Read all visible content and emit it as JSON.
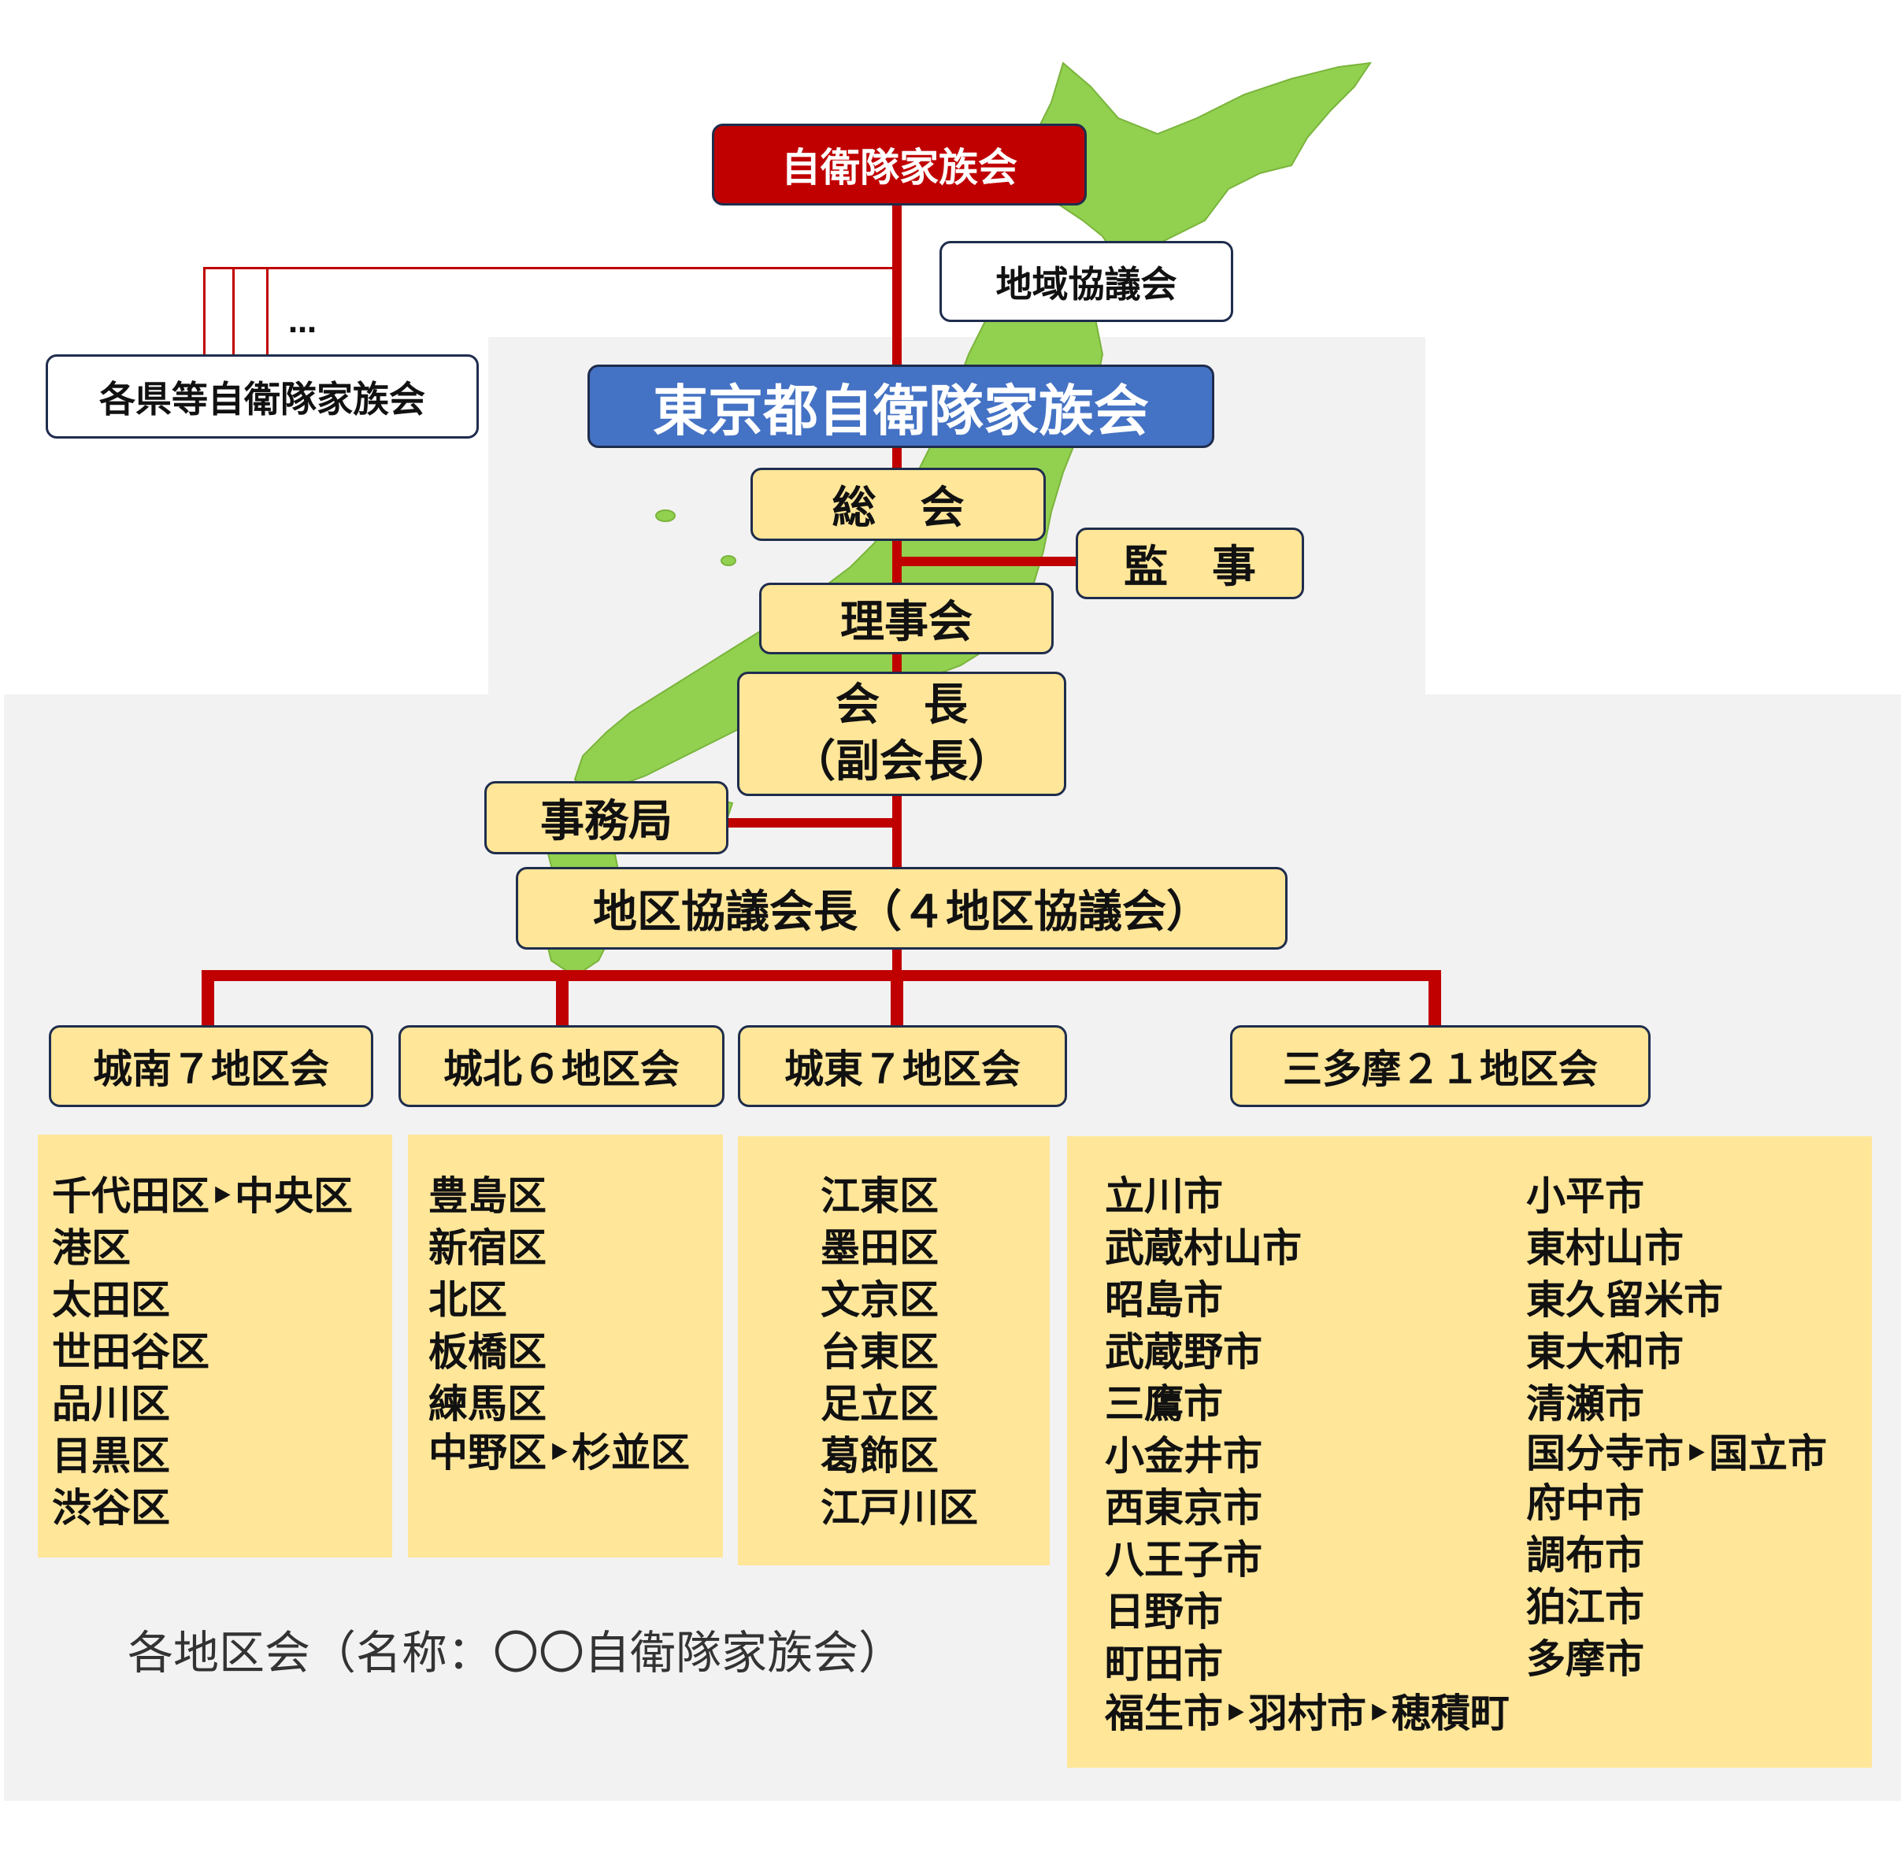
{
  "top": {
    "national": "自衛隊家族会",
    "regional_council": "地域協議会",
    "prefectures": "各県等自衛隊家族会",
    "ellipsis": "…"
  },
  "tokyo": {
    "title": "東京都自衛隊家族会",
    "general_meeting": "総　会",
    "auditor": "監　事",
    "board": "理事会",
    "president_line1": "会　長",
    "president_line2": "（副会長）",
    "secretariat": "事務局",
    "district_chair": "地区協議会長（４地区協議会）"
  },
  "districts": [
    {
      "name": "城南７地区会",
      "members": [
        "千代田区‣中央区",
        "港区",
        "太田区",
        "世田谷区",
        "品川区",
        "目黒区",
        "渋谷区"
      ]
    },
    {
      "name": "城北６地区会",
      "members": [
        "豊島区",
        "新宿区",
        "北区",
        "板橋区",
        "練馬区",
        "中野区‣杉並区"
      ]
    },
    {
      "name": "城東７地区会",
      "members": [
        "江東区",
        "墨田区",
        "文京区",
        "台東区",
        "足立区",
        "葛飾区",
        "江戸川区"
      ]
    },
    {
      "name": "三多摩２１地区会",
      "members_col1": [
        "立川市",
        "武蔵村山市",
        "昭島市",
        "武蔵野市",
        "三鷹市",
        "小金井市",
        "西東京市",
        "八王子市",
        "日野市",
        "町田市",
        "福生市‣羽村市‣穂積町"
      ],
      "members_col2": [
        "小平市",
        "東村山市",
        "東久留米市",
        "東大和市",
        "清瀬市",
        "国分寺市‣国立市",
        "府中市",
        "調布市",
        "狛江市",
        "多摩市"
      ]
    }
  ],
  "footer_note": "各地区会（名称：〇〇自衛隊家族会）",
  "colors": {
    "national": "#c00000",
    "tokyo": "#4472c4",
    "box": "#ffe699",
    "map": "#92d050",
    "connector": "#c00000"
  }
}
